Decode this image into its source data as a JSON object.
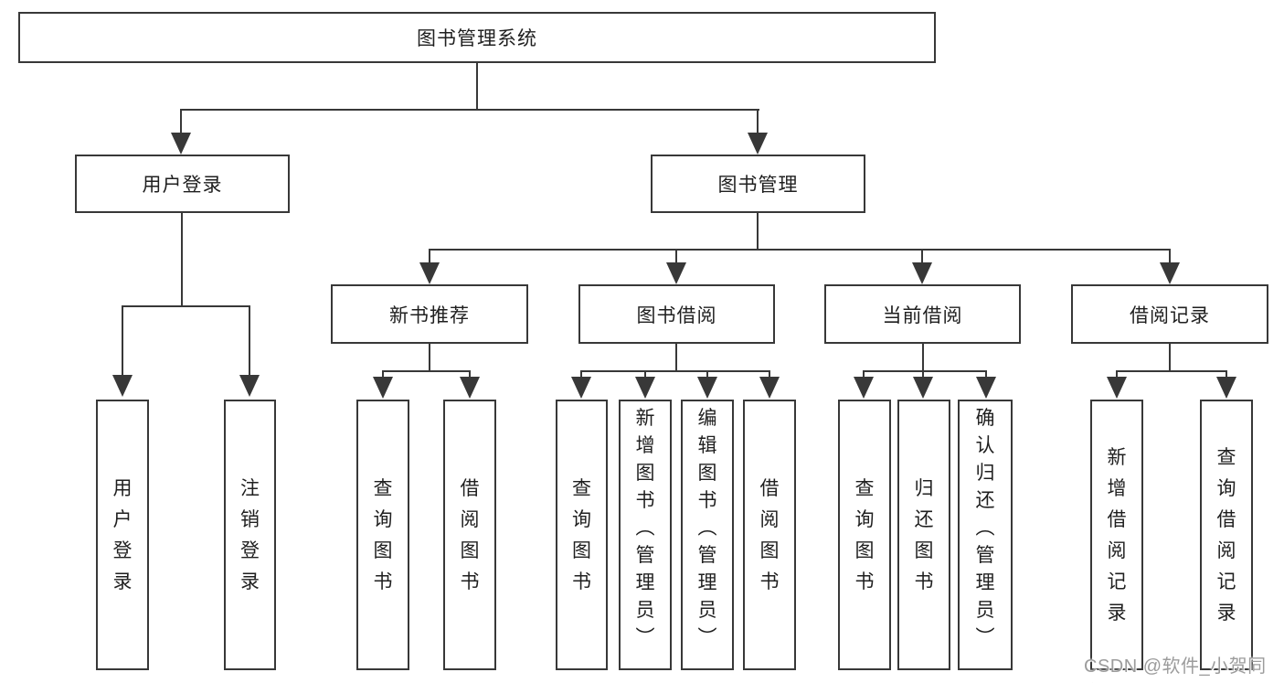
{
  "diagram": {
    "root": {
      "label": "图书管理系统"
    },
    "branches": [
      {
        "label": "用户登录",
        "children": [
          {
            "label": "用户登录"
          },
          {
            "label": "注销登录"
          }
        ]
      },
      {
        "label": "图书管理",
        "children": [
          {
            "label": "新书推荐",
            "children": [
              {
                "label": "查询图书"
              },
              {
                "label": "借阅图书"
              }
            ]
          },
          {
            "label": "图书借阅",
            "children": [
              {
                "label": "查询图书"
              },
              {
                "label": "新增图书（管理员）"
              },
              {
                "label": "编辑图书（管理员）"
              },
              {
                "label": "借阅图书"
              }
            ]
          },
          {
            "label": "当前借阅",
            "children": [
              {
                "label": "查询图书"
              },
              {
                "label": "归还图书"
              },
              {
                "label": "确认归还（管理员）"
              }
            ]
          },
          {
            "label": "借阅记录",
            "children": [
              {
                "label": "新增借阅记录"
              },
              {
                "label": "查询借阅记录"
              }
            ]
          }
        ]
      }
    ]
  },
  "watermark": {
    "text": "CSDN @软件_小贺同学"
  },
  "colors": {
    "line": "#383838",
    "box_border": "#383838",
    "text": "#1f1f1f",
    "watermark": "#9c9c9c",
    "background": "#ffffff"
  }
}
